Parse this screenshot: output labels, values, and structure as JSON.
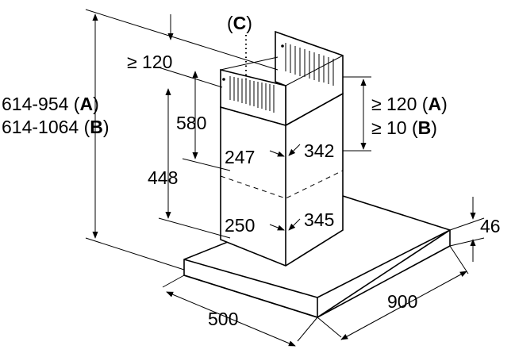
{
  "labels": {
    "c_open": "(",
    "c_letter": "C",
    "c_close": ")",
    "ge120_top": "≥ 120",
    "range_a_num": "614-954 (",
    "range_a_letter": "A",
    "range_a_close": ")",
    "range_b_num": "614-1064 (",
    "range_b_letter": "B",
    "range_b_close": ")",
    "d580": "580",
    "d448": "448",
    "d247": "247",
    "d342": "342",
    "d250": "250",
    "d345": "345",
    "right_a_num": "≥ 120 (",
    "right_a_letter": "A",
    "right_a_close": ")",
    "right_b_num": "≥ 10 (",
    "right_b_letter": "B",
    "right_b_close": ")",
    "d46": "46",
    "d500": "500",
    "d900": "900"
  }
}
